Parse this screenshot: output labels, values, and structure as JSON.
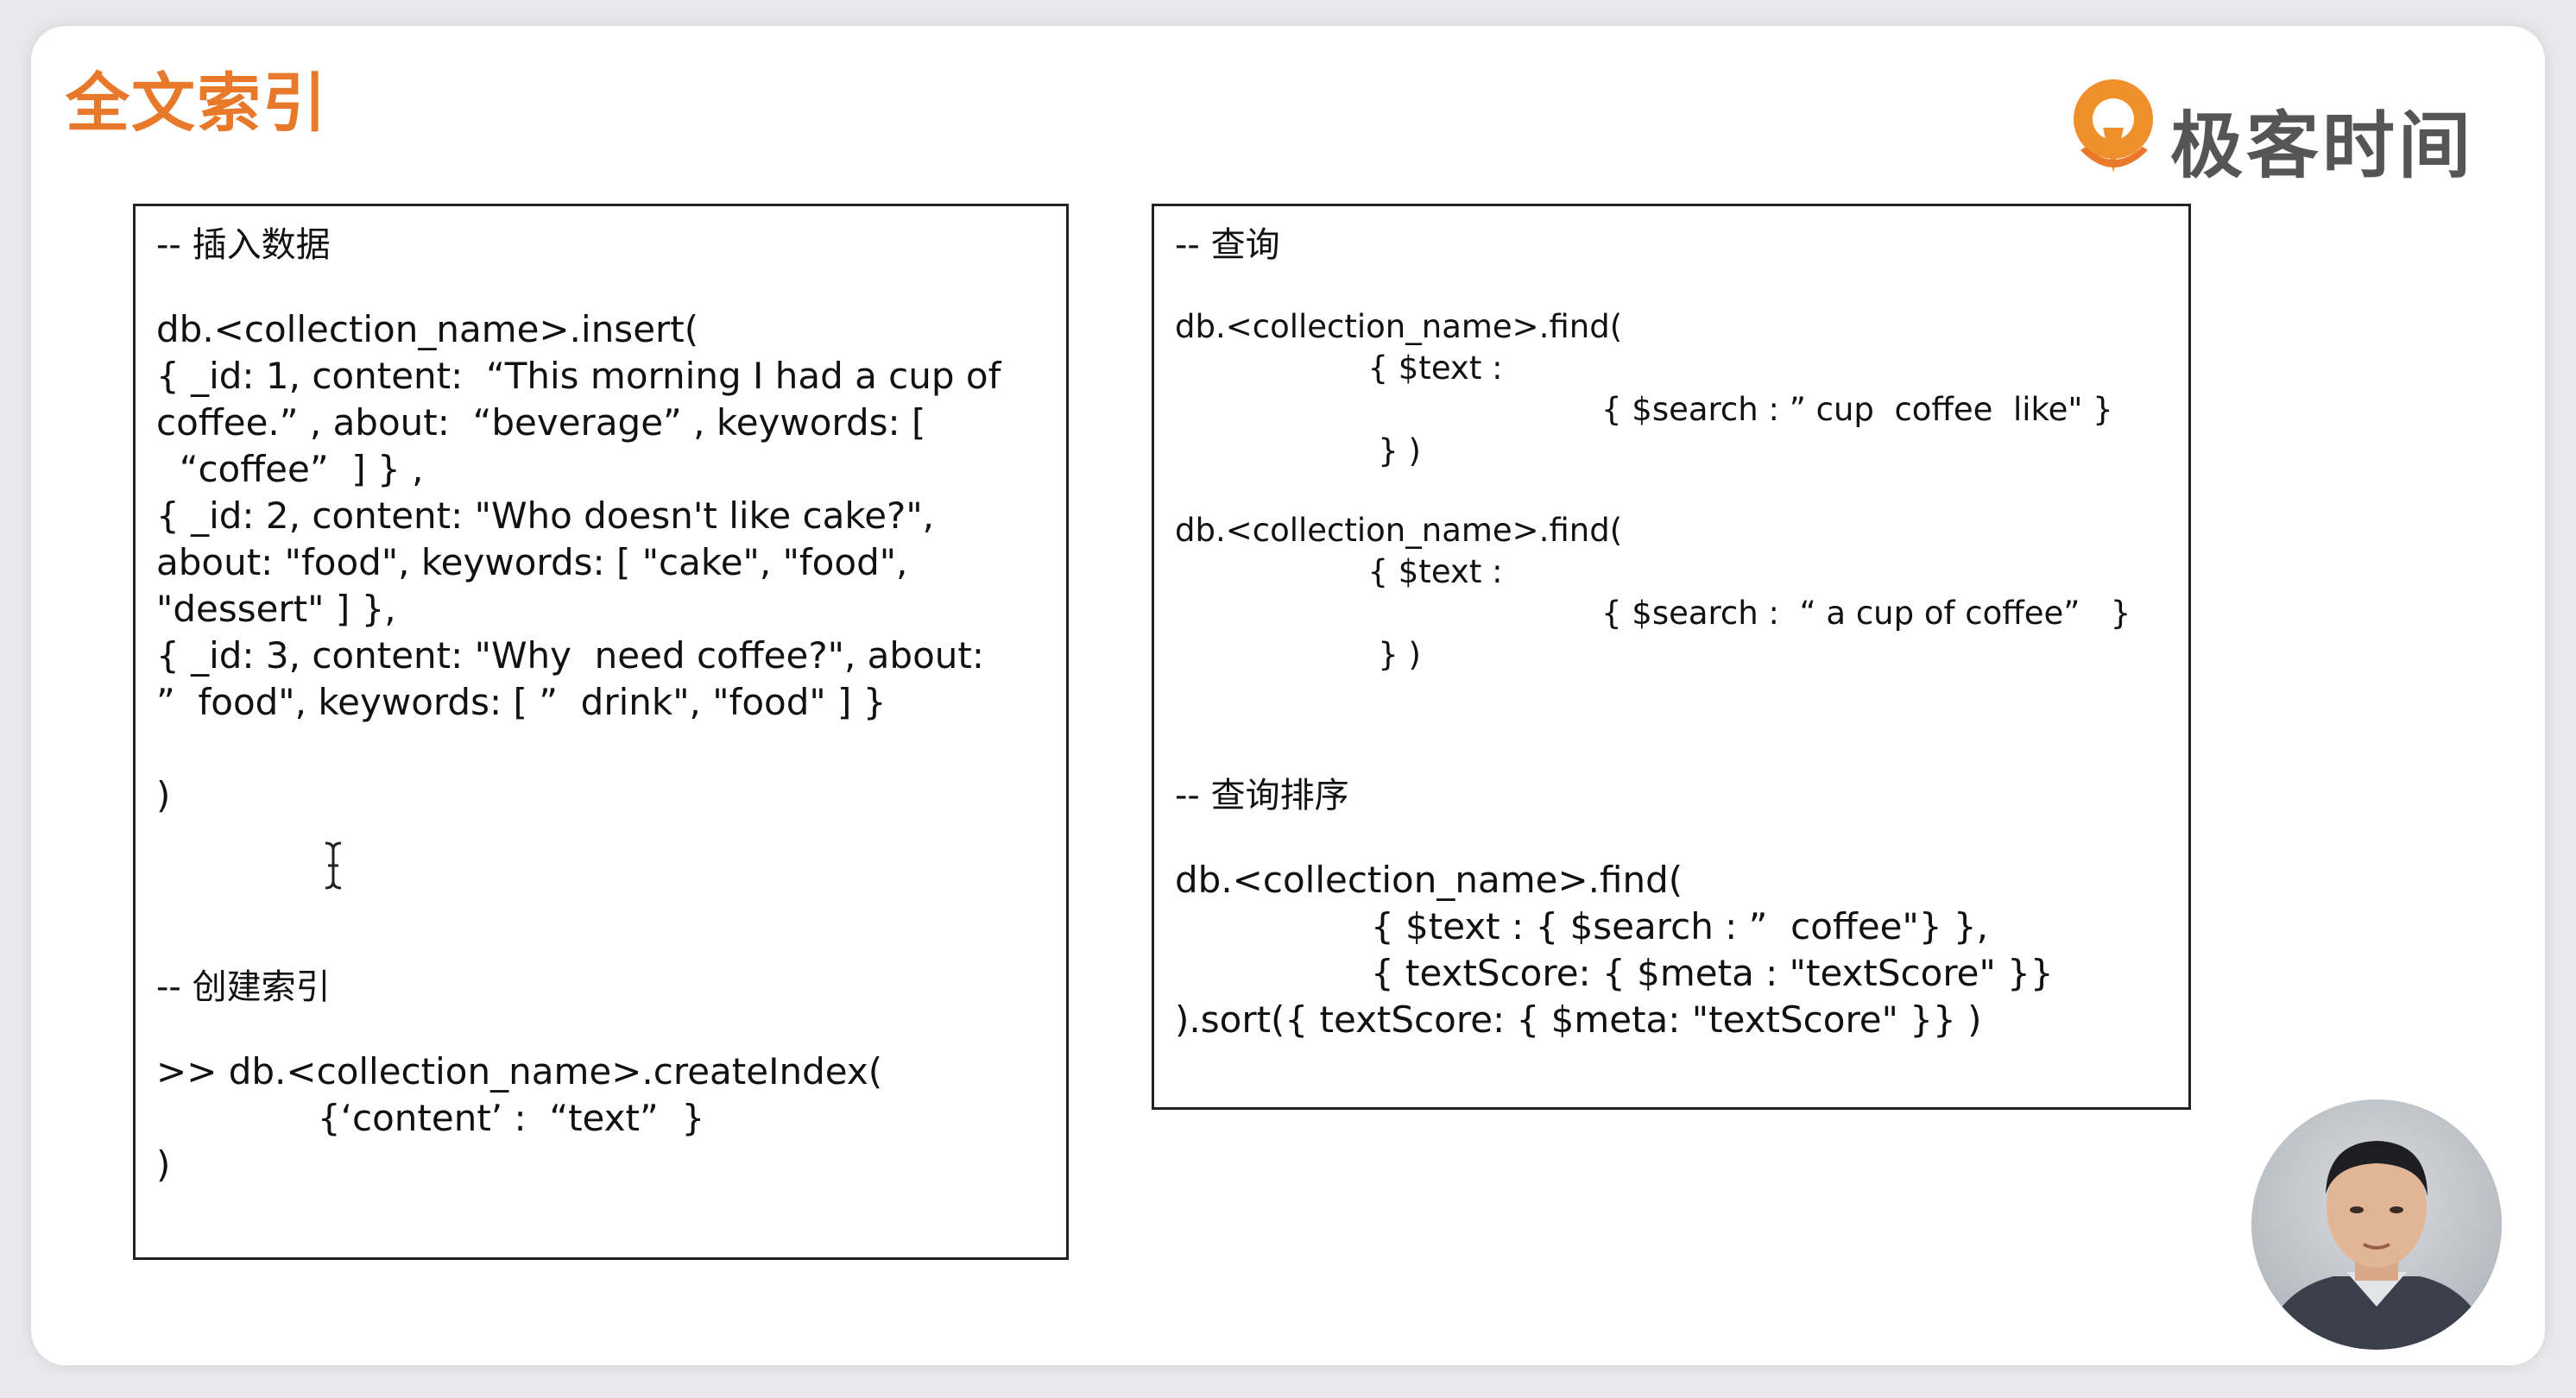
{
  "slide": {
    "title": "全文索引",
    "brand_name": "极客时间"
  },
  "left_panel": {
    "insert_header": "-- 插入数据",
    "insert_lines": [
      "db.<collection_name>.insert(",
      "{ _id: 1, content:  “This morning I had a cup of",
      "coffee.” , about:  “beverage” , keywords: [",
      "  “coffee”  ] } ,",
      "{ _id: 2, content: \"Who doesn't like cake?\",",
      "about: \"food\", keywords: [ \"cake\", \"food\",",
      "\"dessert\" ] },",
      "{ _id: 3, content: \"Why  need coffee?\", about:",
      "”  food\", keywords: [ ”  drink\", \"food\" ] }",
      ")"
    ],
    "create_header": "-- 创建索引",
    "create_lines": [
      ">> db.<collection_name>.createIndex(",
      "              {‘content’ :  “text”  }",
      ")"
    ]
  },
  "right_panel": {
    "query_header": "-- 查询",
    "query1_lines": [
      "db.<collection_name>.find(",
      "                   { $text :",
      "                                          { $search : ” cup  coffee  like\" }",
      "                    } )"
    ],
    "query2_lines": [
      "db.<collection_name>.find(",
      "                   { $text :",
      "                                          { $search :  “ a cup of coffee”   }",
      "                    } )"
    ],
    "sort_header": "-- 查询排序",
    "sort_lines": [
      "db.<collection_name>.find(",
      "                 { $text : { $search : ”  coffee\"} },",
      "                 { textScore: { $meta : \"textScore\" }}",
      ").sort({ textScore: { $meta: \"textScore\" }} )"
    ]
  },
  "colors": {
    "title": "#e8782a",
    "brand_logo": "#f0902c",
    "brand_text": "#555555",
    "text": "#111111"
  },
  "icons": {
    "brand": "geektime-logo-icon",
    "cursor": "text-cursor-icon",
    "presenter": "presenter-avatar"
  }
}
